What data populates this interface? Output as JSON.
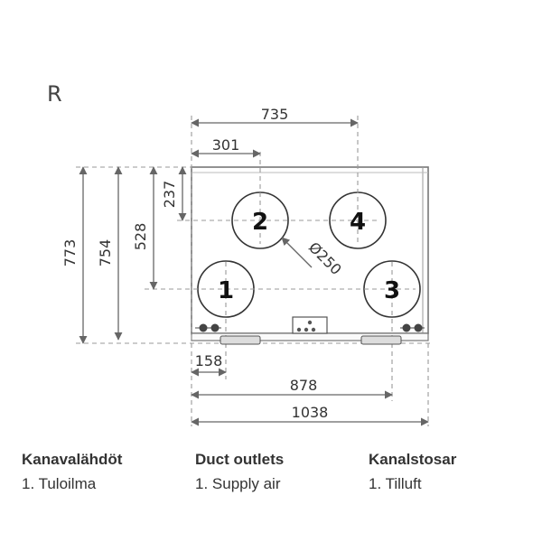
{
  "variant": "R",
  "dimensions": {
    "d735": "735",
    "d301": "301",
    "d237": "237",
    "d528": "528",
    "d754": "754",
    "d773": "773",
    "diameter": "Ø250",
    "d158": "158",
    "d878": "878",
    "d1038": "1038"
  },
  "outlets": [
    {
      "number": "1"
    },
    {
      "number": "2"
    },
    {
      "number": "3"
    },
    {
      "number": "4"
    }
  ],
  "legend": [
    {
      "heading": "Kanavalähdöt",
      "item": "1. Tuloilma"
    },
    {
      "heading": "Duct outlets",
      "item": "1. Supply air"
    },
    {
      "heading": "Kanalstosar",
      "item": "1. Tilluft"
    }
  ]
}
